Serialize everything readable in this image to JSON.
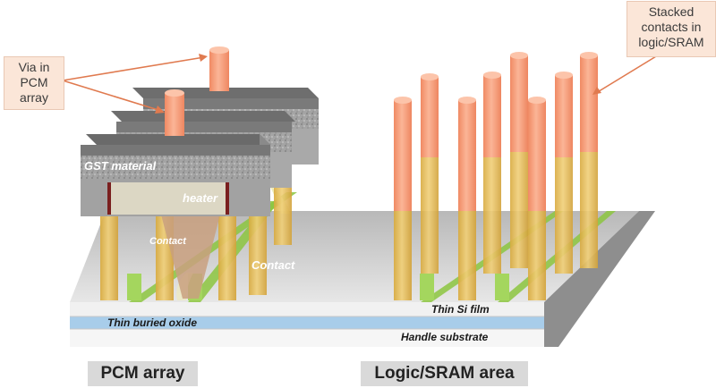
{
  "callouts": {
    "via": [
      "Via in",
      "PCM",
      "array"
    ],
    "stacked": [
      "Stacked",
      "contacts in",
      "logic/SRAM"
    ]
  },
  "labels": {
    "gst_material": "GST material",
    "heater": "heater",
    "contact_inner": "Contact",
    "contact_outer": "Contact",
    "thin_si_film": "Thin Si film",
    "thin_buried_oxide": "Thin buried oxide",
    "handle_substrate": "Handle substrate"
  },
  "areas": {
    "pcm": "PCM array",
    "logic": "Logic/SRAM area"
  },
  "colors": {
    "contact_orange": "#f4a37f",
    "contact_gold": "#e9c46a",
    "gate_green": "#8cc63f",
    "oxide_blue": "#9fc7e8",
    "slab_gray": "#cfcfcf",
    "gst_gray": "#9a9a9a",
    "heater_beige": "#d9d4bf"
  }
}
